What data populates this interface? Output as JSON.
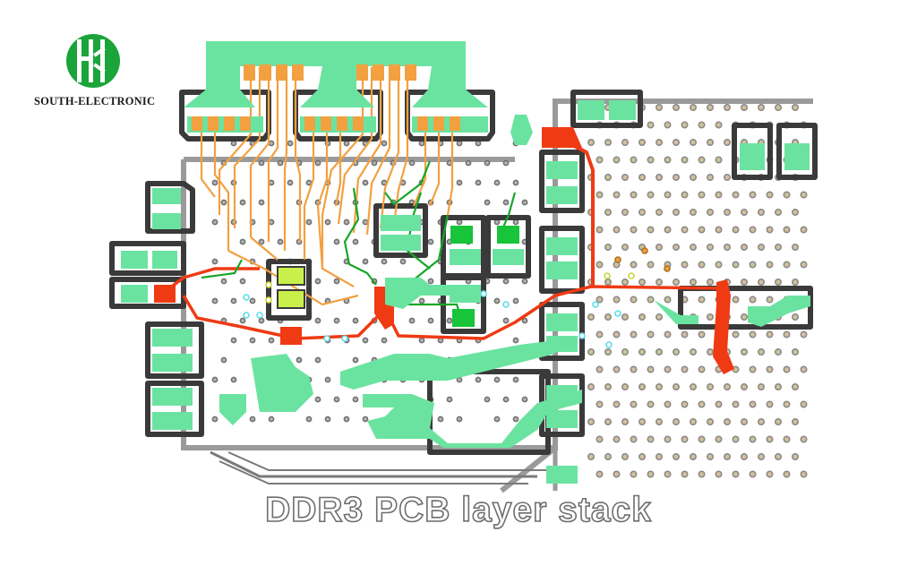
{
  "brand": {
    "logo_icon": "south-electronic-logo",
    "name": "SOUTH-ELECTRONIC"
  },
  "caption": "DDR3 PCB layer stack",
  "colors": {
    "copper_pad": "#6be3a0",
    "via_ring": "#d2c29a",
    "trace_orange": "#f2a040",
    "trace_red": "#ef3a14",
    "trace_green": "#17a629",
    "outline_dark": "#3a3a3a",
    "outline_grey": "#8e8e8e",
    "accent_yellow": "#c9f04a",
    "accent_cyan": "#5fdde8",
    "logo_green": "#1aa43a"
  }
}
